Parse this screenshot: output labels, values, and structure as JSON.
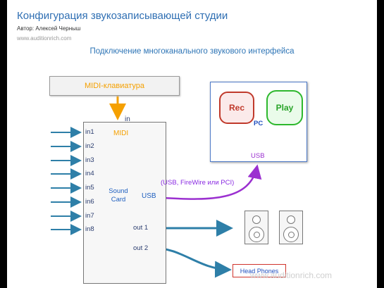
{
  "header": {
    "title": "Конфигурация звукозаписывающей студии",
    "author": "Автор: Алексей Черныш",
    "site": "www.auditionrich.com"
  },
  "subtitle": "Подключение многоканального звукового интерфейса",
  "midi_keyboard": "MIDI-клавиатура",
  "sound_card": {
    "midi_in_label": "in",
    "midi_label": "MIDI",
    "inputs": [
      "in1",
      "in2",
      "in3",
      "in4",
      "in5",
      "in6",
      "in7",
      "in8"
    ],
    "name": "Sound Card",
    "usb_label": "USB",
    "out1": "out 1",
    "out2": "out 2"
  },
  "pc": {
    "rec": "Rec",
    "play": "Play",
    "label": "PC",
    "usb_label": "USB"
  },
  "connection_label": "(USB, FireWire или PCI)",
  "headphones": "Head Phones",
  "watermark": "www.auditionrich.com",
  "colors": {
    "title": "#2f6fb3",
    "midi_orange": "#f5a000",
    "input_arrow": "#2e7fa8",
    "usb_purple": "#9b30d0",
    "rec_red": "#c0392b",
    "play_green": "#2eb82e",
    "output_teal": "#2e7fa8"
  }
}
